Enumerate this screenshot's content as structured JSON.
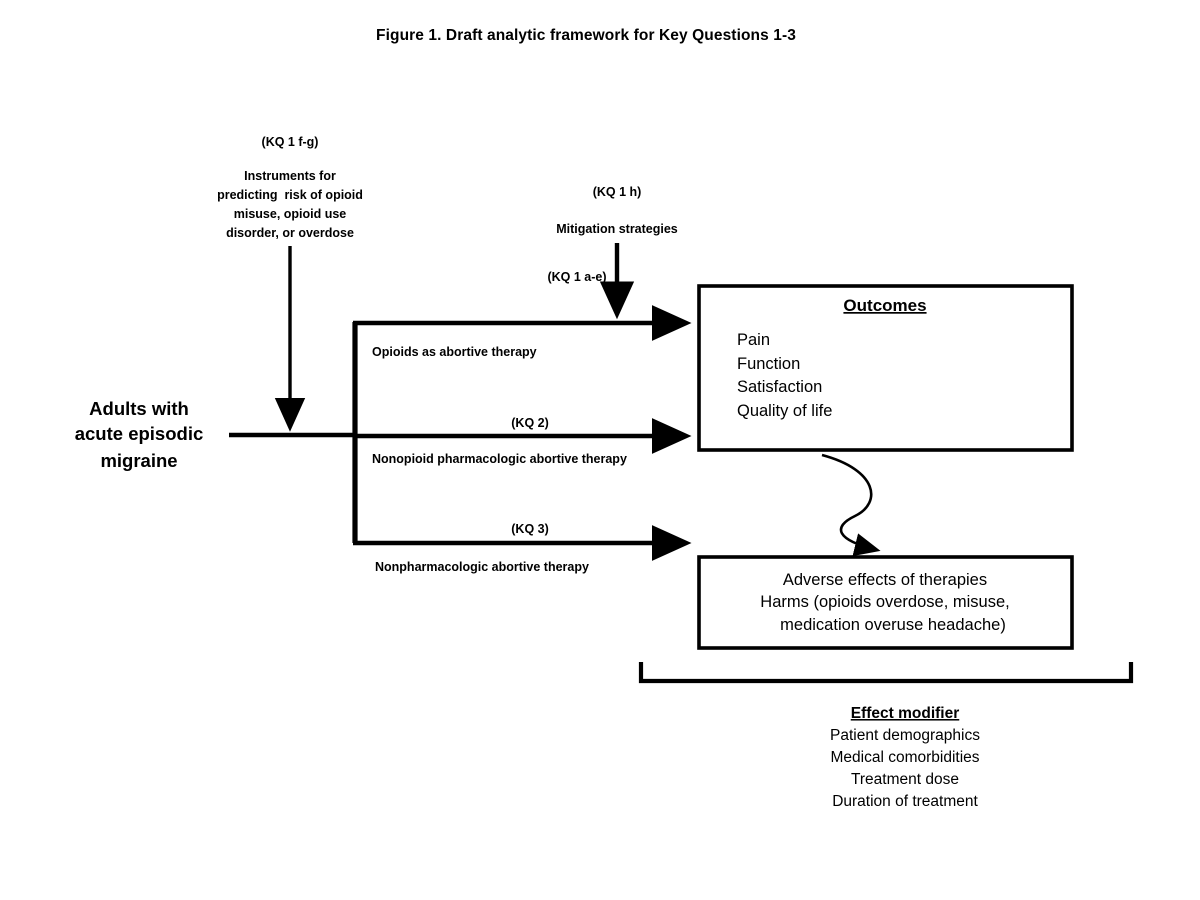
{
  "figure": {
    "title": "Figure 1. Draft analytic framework for Key Questions 1-3"
  },
  "population": {
    "line1": "Adults with",
    "line2": "acute episodic",
    "line3": "migraine"
  },
  "instruments": {
    "kq_label": "(KQ 1 f-g)",
    "line1": "Instruments for",
    "line2": "predicting  risk of opioid",
    "line3": "misuse, opioid use",
    "line4": "disorder, or overdose"
  },
  "mitigation": {
    "kq_label": "(KQ 1 h)",
    "text": "Mitigation strategies"
  },
  "pathways": [
    {
      "kq_label": "(KQ 1 a-e)",
      "label": "Opioids as abortive therapy"
    },
    {
      "kq_label": "(KQ 2)",
      "label": "Nonopioid pharmacologic abortive therapy"
    },
    {
      "kq_label": "(KQ 3)",
      "label": "Nonpharmacologic abortive therapy"
    }
  ],
  "outcomes_box": {
    "heading": "Outcomes",
    "items": [
      "Pain",
      "Function",
      "Satisfaction",
      "Quality of life"
    ]
  },
  "harms_box": {
    "lines": [
      "Adverse effects of therapies",
      "Harms (opioids overdose, misuse,",
      "medication overuse headache)"
    ]
  },
  "effect_modifier": {
    "heading": "Effect modifier",
    "items": [
      "Patient demographics",
      "Medical comorbidities",
      "Treatment dose",
      "Duration of treatment"
    ]
  },
  "colors": {
    "ink": "#000000",
    "background": "#ffffff"
  }
}
